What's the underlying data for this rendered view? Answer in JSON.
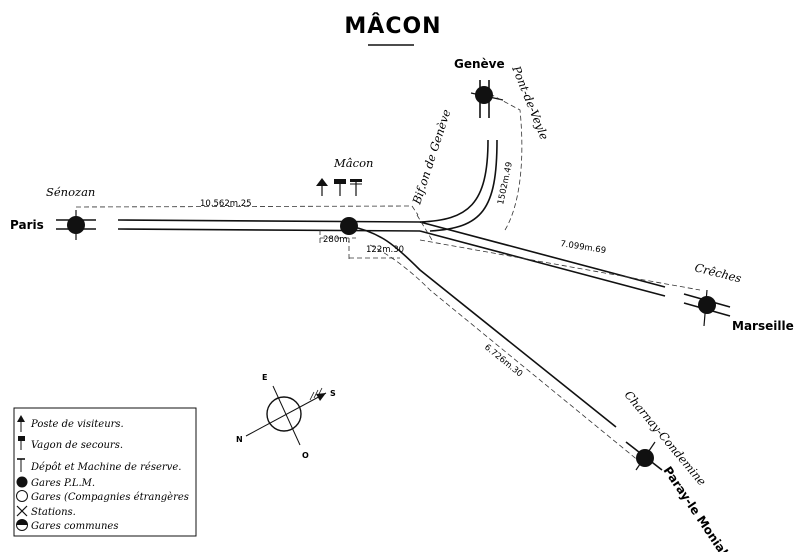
{
  "title": "MÂCON",
  "cities": {
    "paris": "Paris",
    "geneve": "Genève",
    "marseille": "Marseille",
    "paray": "Paray-le Monial"
  },
  "stations": {
    "senozan": "Sénozan",
    "macon": "Mâcon",
    "bif_geneve": "Bif.on de Genève",
    "pont_de_veyle": "Pont-de-Veyle",
    "creches": "Crêches",
    "charnay": "Charnay-Condemine"
  },
  "distances": {
    "paris_macon": "10.562m.25",
    "macon_bif_short": "280m.",
    "macon_bif_paray": "122m.30",
    "bif_creches": "7.099m.69",
    "geneve_branch": "1502m.49",
    "paray_branch": "6.726m.30"
  },
  "compass": {
    "north": "N",
    "south": "S",
    "east": "E",
    "west": "O"
  },
  "legend": {
    "visitors_post": "Poste de visiteurs.",
    "rescue_wagon": "Vagon de secours.",
    "depot_reserve": "Dépôt et Machine de réserve.",
    "pim_stations": "Gares P.L.M.",
    "foreign_stations": "Gares (Compagnies étrangères",
    "stations": "Stations.",
    "common_stations": "Gares communes"
  },
  "colors": {
    "ink": "#111111",
    "paper": "#ffffff"
  },
  "icons": [
    "filled-circle-icon",
    "open-circle-icon",
    "cross-icon",
    "half-circle-icon",
    "flag-icon",
    "wagon-icon",
    "depot-icon",
    "compass-icon"
  ]
}
